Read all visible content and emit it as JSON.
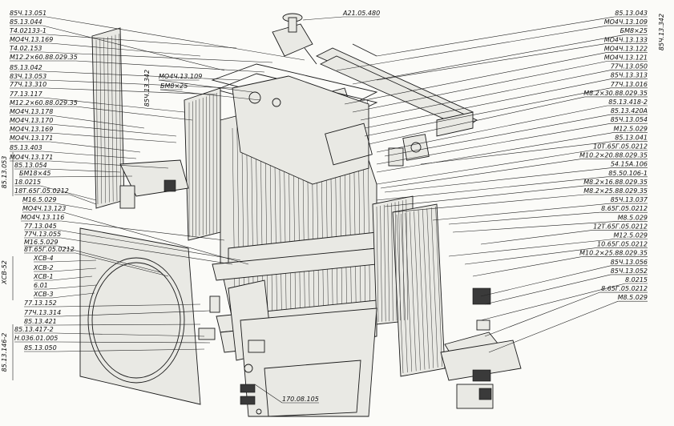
{
  "labels_left": [
    "85Ч.13.051",
    "85.13.044",
    "Т4.02133-1",
    "МО4Ч.13.169",
    "Т4.02.153",
    "М12.2×60.88.029.35",
    "85.13.042",
    "83Ч.13.053",
    "77Ч.13.310",
    "77.13.117",
    "М12.2×60.88.029.35",
    "МО4Ч.13.178",
    "МО4Ч.13.170",
    "МО4Ч.13.169",
    "МО4Ч.13.171",
    "85.13.403",
    "МО4Ч.13.171",
    "85.13.054",
    "БМ18×45",
    "18.0215",
    "18Т.65Г.05.0212",
    "М16.5.029",
    "МО4Ч.13.123",
    "МО4Ч.13.116",
    "77.13.045",
    "77Ч.13.055",
    "М16.5.029",
    "8Т.65Г.05.0212",
    "ХСВ-4",
    "ХСВ-2",
    "ХСВ-1",
    "6.01",
    "ХСВ-3",
    "77.13.152",
    "77Ч.13.314",
    "85.13.421",
    "85.13.417-2",
    "Н.036.01.005",
    "85.13.050"
  ],
  "labels_right": [
    "85.13.043",
    "МО4Ч.13.109",
    "БМ8×25",
    "МО4Ч.13.133",
    "МО4Ч.13.122",
    "МО4Ч.13.121",
    "77Ч.13.050",
    "85Ч.13.313",
    "77Ч.13.016",
    "М8.2×30.88.029.35",
    "85.13.418-2",
    "85.13.420А",
    "85Ч.13.054",
    "М12.5.029",
    "85.13.041",
    "10Т.65Г.05.0212",
    "М10.2×20.88.029.35",
    "54.15А.106",
    "85.50.106-1",
    "М8.2×16.88.029.35",
    "М8.2×25.88.029.35",
    "85Ч.13.037",
    "8.65Г.05.0212",
    "М8.5.029",
    "12Т.65Г.05.0212",
    "М12.5.029",
    "10.65Г.05.0212",
    "М10.2×25.88.029.35",
    "85Ч.13.056",
    "85Ч.13.052",
    "8.0215",
    "8.65Г.05.0212",
    "М8.5.029"
  ],
  "labels_center": [
    "А21.05.480",
    "МО4Ч.13.109",
    "БМ8×25",
    "170.08.105"
  ],
  "group_labels": [
    "85Ч.13.342",
    "85Ч.13.342",
    "85.13.053",
    "ХСВ-52",
    "85.13.146-2"
  ]
}
